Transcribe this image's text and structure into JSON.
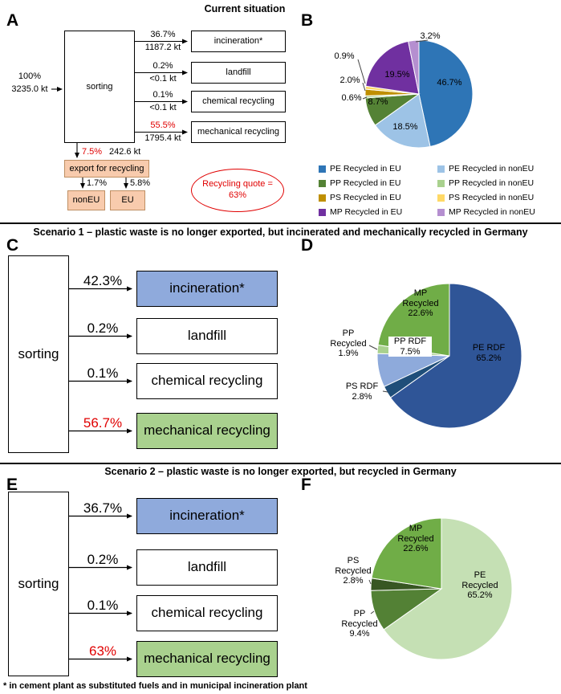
{
  "figure": {
    "footnote": "* in cement plant as substituted fuels and in municipal incineration plant"
  },
  "colors": {
    "accent_red": "#e00000",
    "export_fill": "#f8cbad",
    "export_border": "#bf8f63",
    "incineration_fill": "#8faadc",
    "mechanical_fill": "#a9d18e"
  },
  "sections": {
    "current": {
      "title": "Current situation",
      "panel_flow": "A",
      "panel_pie": "B",
      "flow": {
        "input_pct": "100%",
        "input_amount": "3235.0 kt",
        "sorting_label": "sorting",
        "outputs": [
          {
            "pct": "36.7%",
            "amount": "1187.2 kt",
            "label": "incineration*"
          },
          {
            "pct": "0.2%",
            "amount": "<0.1 kt",
            "label": "landfill"
          },
          {
            "pct": "0.1%",
            "amount": "<0.1 kt",
            "label": "chemical recycling"
          },
          {
            "pct": "55.5%",
            "amount": "1795.4 kt",
            "label": "mechanical recycling"
          }
        ],
        "export_pct": "7.5%",
        "export_amount": "242.6 kt",
        "export_label": "export for recycling",
        "export_targets": [
          {
            "pct": "1.7%",
            "label": "nonEU"
          },
          {
            "pct": "5.8%",
            "label": "EU"
          }
        ],
        "recycling_quote": "Recycling quote = 63%"
      }
    },
    "scenario1": {
      "title": "Scenario 1 – plastic waste is no longer exported, but incinerated and mechanically recycled in Germany",
      "panel_flow": "C",
      "panel_pie": "D",
      "flow": {
        "sorting_label": "sorting",
        "outputs": [
          {
            "pct": "42.3%",
            "label": "incineration*"
          },
          {
            "pct": "0.2%",
            "label": "landfill"
          },
          {
            "pct": "0.1%",
            "label": "chemical recycling"
          },
          {
            "pct": "56.7%",
            "label": "mechanical recycling"
          }
        ]
      }
    },
    "scenario2": {
      "title": "Scenario 2 – plastic waste is no longer exported, but recycled in Germany",
      "panel_flow": "E",
      "panel_pie": "F",
      "flow": {
        "sorting_label": "sorting",
        "outputs": [
          {
            "pct": "36.7%",
            "label": "incineration*"
          },
          {
            "pct": "0.2%",
            "label": "landfill"
          },
          {
            "pct": "0.1%",
            "label": "chemical recycling"
          },
          {
            "pct": "63%",
            "label": "mechanical recycling"
          }
        ]
      }
    }
  },
  "chart_data": [
    {
      "id": "pie-b",
      "panel": "B",
      "type": "pie",
      "unit": "%",
      "start_angle_deg": 0,
      "direction": "clockwise",
      "legend_position": "bottom",
      "slices": [
        {
          "label": "PE Recycled in EU",
          "value": 46.7,
          "display": "46.7%",
          "color": "#2e75b6"
        },
        {
          "label": "PE Recycled in nonEU",
          "value": 18.5,
          "display": "18.5%",
          "color": "#9dc3e6"
        },
        {
          "label": "PP Recycled in EU",
          "value": 8.7,
          "display": "8.7%",
          "color": "#548235"
        },
        {
          "label": "PP Recycled in nonEU",
          "value": 0.6,
          "display": "0.6%",
          "color": "#a9d18e"
        },
        {
          "label": "PS Recycled in EU",
          "value": 2.0,
          "display": "2.0%",
          "color": "#bf8f00"
        },
        {
          "label": "PS Recycled in nonEU",
          "value": 0.9,
          "display": "0.9%",
          "color": "#ffd966"
        },
        {
          "label": "MP Recycled in EU",
          "value": 19.5,
          "display": "19.5%",
          "color": "#7030a0"
        },
        {
          "label": "MP Recycled in nonEU",
          "value": 3.2,
          "display": "3.2%",
          "color": "#b58fd0"
        }
      ]
    },
    {
      "id": "pie-d",
      "panel": "D",
      "type": "pie",
      "unit": "%",
      "start_angle_deg": 0,
      "direction": "clockwise",
      "legend_position": "none",
      "slices": [
        {
          "label": "PE RDF",
          "value": 65.2,
          "display": "PE RDF 65.2%",
          "color": "#2f5597"
        },
        {
          "label": "PS RDF",
          "value": 2.8,
          "display": "PS RDF 2.8%",
          "color": "#1f4e79"
        },
        {
          "label": "PP RDF",
          "value": 7.5,
          "display": "PP RDF 7.5%",
          "color": "#8eaadb"
        },
        {
          "label": "PP Recycled",
          "value": 1.9,
          "display": "PP Recycled 1.9%",
          "color": "#a9d18e"
        },
        {
          "label": "MP Recycled",
          "value": 22.6,
          "display": "MP Recycled 22.6%",
          "color": "#70ad47"
        }
      ]
    },
    {
      "id": "pie-f",
      "panel": "F",
      "type": "pie",
      "unit": "%",
      "start_angle_deg": 0,
      "direction": "clockwise",
      "legend_position": "none",
      "slices": [
        {
          "label": "PE Recycled",
          "value": 65.2,
          "display": "PE Recycled 65.2%",
          "color": "#c5e0b4"
        },
        {
          "label": "PP Recycled",
          "value": 9.4,
          "display": "PP Recycled 9.4%",
          "color": "#538135"
        },
        {
          "label": "PS Recycled",
          "value": 2.8,
          "display": "PS Recycled 2.8%",
          "color": "#385723"
        },
        {
          "label": "MP Recycled",
          "value": 22.6,
          "display": "MP Recycled 22.6%",
          "color": "#70ad47"
        }
      ]
    }
  ]
}
